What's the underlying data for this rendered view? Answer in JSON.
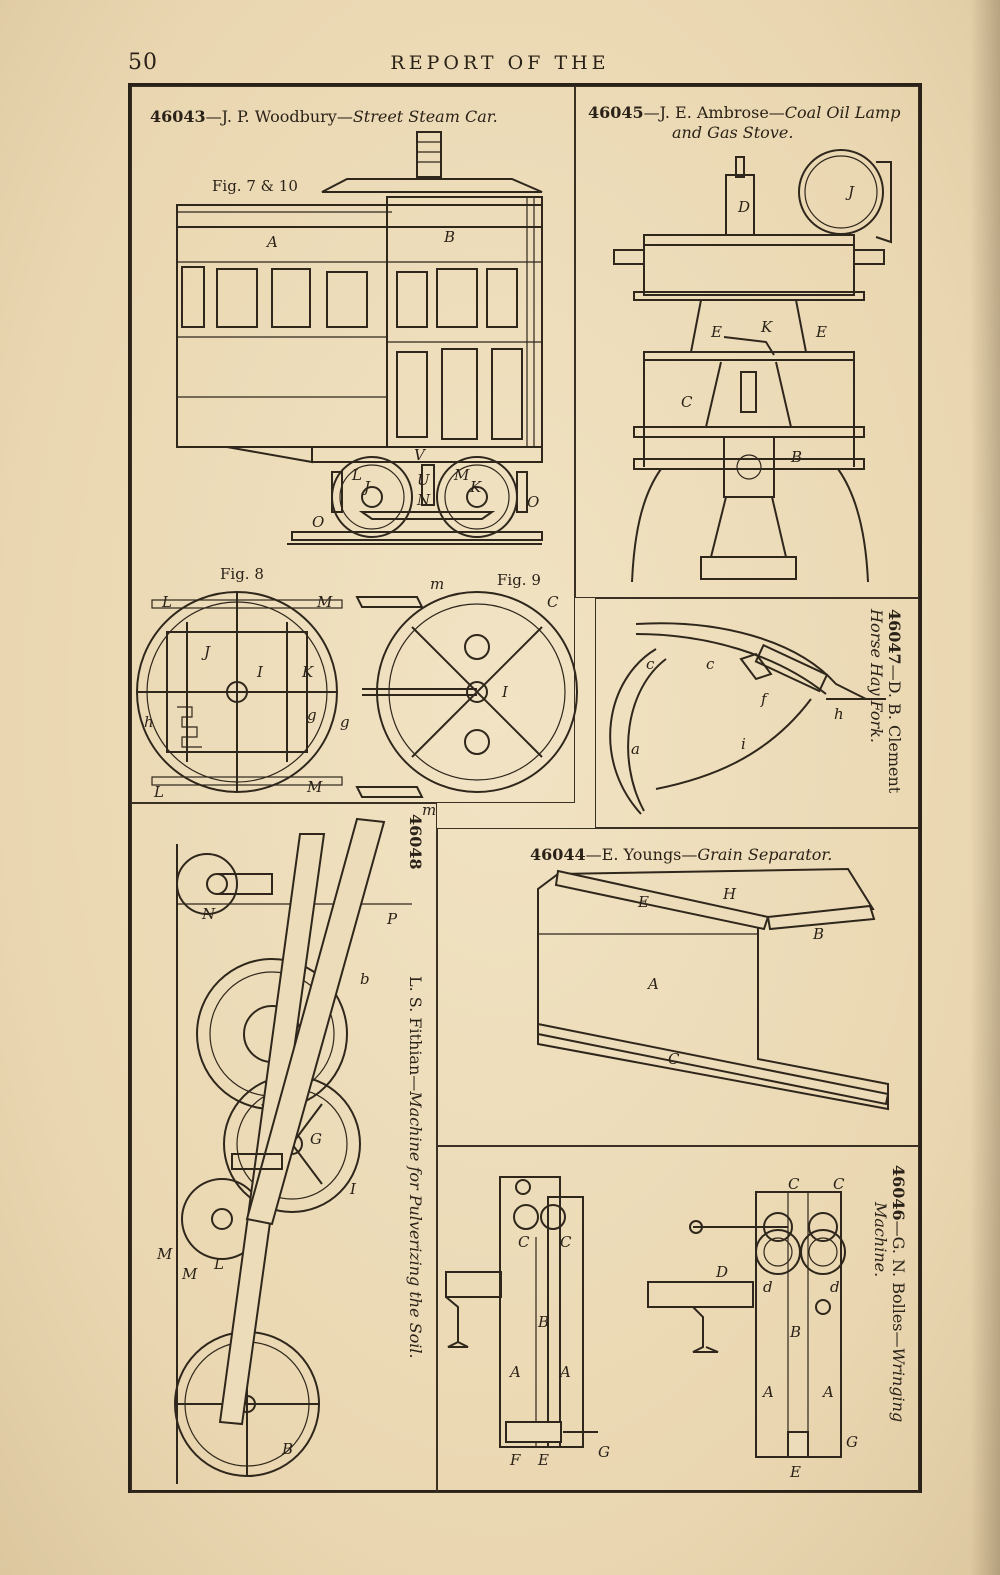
{
  "page": {
    "number": "50",
    "running_head": "REPORT OF THE"
  },
  "figures": [
    {
      "id": "f46043",
      "number": "46043",
      "sep": "—",
      "inventor": "J. P. Woodbury",
      "title": "Street Steam Car.",
      "fig_labels": [
        "Fig. 7 & 10",
        "Fig. 8",
        "Fig. 9"
      ]
    },
    {
      "id": "f46045",
      "number": "46045",
      "sep": "—",
      "inventor": "J. E. Ambrose",
      "title_line1": "Coal Oil Lamp",
      "title_line2": "and Gas Stove."
    },
    {
      "id": "f46047",
      "number": "46047",
      "sep": "—",
      "inventor": "D. B. Clement",
      "title": "Horse Hay Fork."
    },
    {
      "id": "f46048",
      "number": "46048",
      "inventor": "L. S. Fithian",
      "sep": "—",
      "title": "Machine for Pulverizing the Soil."
    },
    {
      "id": "f46044",
      "number": "46044",
      "sep": "—",
      "inventor": "E. Youngs",
      "title": "Grain Separator."
    },
    {
      "id": "f46046",
      "number": "46046",
      "sep": "—",
      "inventor": "G. N. Bolles",
      "title_line1": "Wringing",
      "title_line2": "Machine."
    }
  ],
  "letters": {
    "car": [
      "A",
      "B",
      "L",
      "M",
      "U",
      "V",
      "N",
      "J",
      "K",
      "O",
      "O"
    ],
    "fig8": [
      "L",
      "M",
      "J",
      "I",
      "K",
      "g",
      "g",
      "h",
      "L",
      "M"
    ],
    "fig9": [
      "m",
      "C",
      "I",
      "m"
    ],
    "lamp": [
      "D",
      "J",
      "E",
      "K",
      "E",
      "C",
      "B"
    ],
    "fork": [
      "c",
      "c",
      "f",
      "h",
      "a",
      "i"
    ],
    "separator": [
      "E",
      "H",
      "B",
      "A",
      "C"
    ],
    "soil": [
      "N",
      "P",
      "b",
      "G",
      "I",
      "L",
      "M",
      "M",
      "B"
    ],
    "wringer": [
      "C",
      "C",
      "A",
      "A",
      "B",
      "E",
      "F",
      "G",
      "C",
      "C",
      "D",
      "d",
      "d",
      "B",
      "A",
      "A",
      "E",
      "G"
    ]
  }
}
